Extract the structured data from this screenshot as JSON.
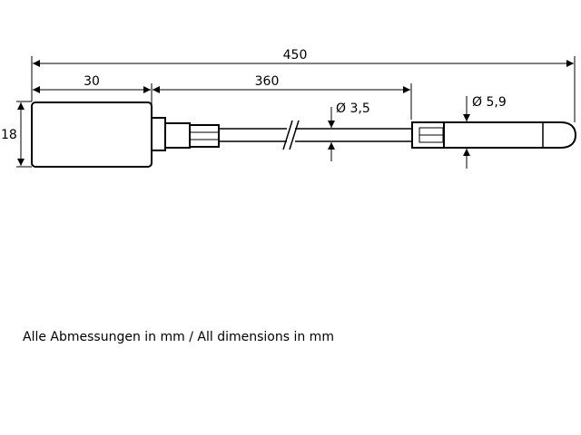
{
  "dimensions": {
    "overall_length": "450",
    "housing_length": "30",
    "cable_length": "360",
    "housing_height": "18",
    "cable_diameter": "Ø 3,5",
    "probe_diameter": "Ø 5,9"
  },
  "note": "Alle Abmessungen in mm / All dimensions in mm",
  "colors": {
    "line": "#000000",
    "background": "#ffffff"
  }
}
